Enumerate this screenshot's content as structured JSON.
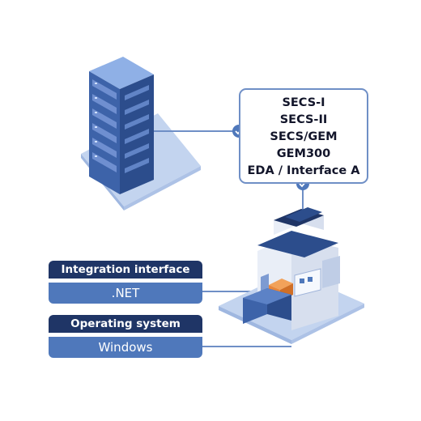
{
  "protocols": {
    "items": [
      "SECS-I",
      "SECS-II",
      "SECS/GEM",
      "GEM300",
      "EDA / Interface A"
    ]
  },
  "integration": {
    "header": "Integration interface",
    "value": ".NET"
  },
  "operating_system": {
    "header": "Operating system",
    "value": "Windows"
  },
  "colors": {
    "navy": "#1f3566",
    "accent_blue": "#4f78bb",
    "connector": "#6f8fc6",
    "platform": "#c3d4ef",
    "orange_unit": "#e8863a"
  },
  "icons": {
    "server": "server-rack-icon",
    "equipment": "semiconductor-equipment-icon",
    "link_check": "check-circle-icon"
  }
}
